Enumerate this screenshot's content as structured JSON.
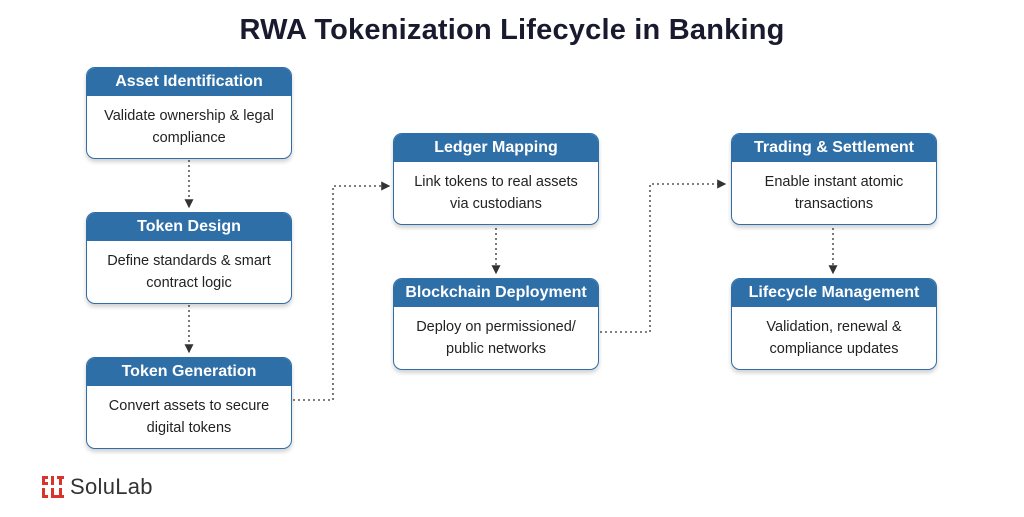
{
  "title": "RWA Tokenization Lifecycle in Banking",
  "colors": {
    "accent": "#2f6fa8",
    "connector": "#333333",
    "logo_red": "#d9342b"
  },
  "steps": [
    {
      "title": "Asset Identification",
      "desc": "Validate ownership & legal compliance"
    },
    {
      "title": "Token Design",
      "desc": "Define standards & smart contract logic"
    },
    {
      "title": "Token Generation",
      "desc": "Convert assets to secure digital tokens"
    },
    {
      "title": "Ledger Mapping",
      "desc": "Link tokens to real assets via custodians"
    },
    {
      "title": "Blockchain Deployment",
      "desc": "Deploy on permissioned/ public networks"
    },
    {
      "title": "Trading & Settlement",
      "desc": "Enable instant atomic transactions"
    },
    {
      "title": "Lifecycle Management",
      "desc": "Validation, renewal & compliance updates"
    }
  ],
  "brand": {
    "name": "SoluLab",
    "logo_icon": "solulab-logo-icon"
  }
}
